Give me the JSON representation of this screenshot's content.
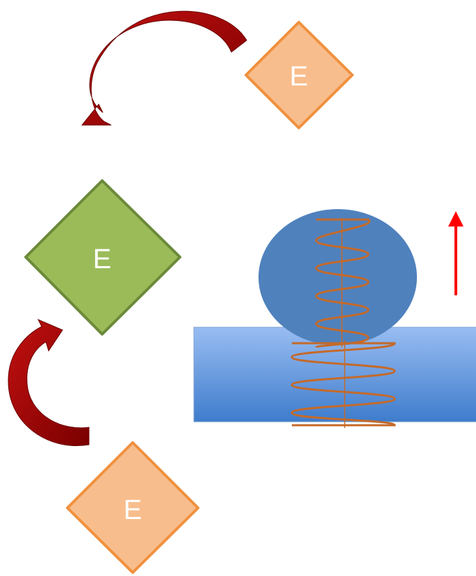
{
  "diagram": {
    "diamond_top": {
      "label": "E",
      "fill": "#f8bd8c",
      "stroke": "#f0913f"
    },
    "diamond_middle": {
      "label": "E",
      "fill": "#9bbb59",
      "stroke": "#6b8a3a"
    },
    "diamond_bottom": {
      "label": "E",
      "fill": "#f8bd8c",
      "stroke": "#f0913f"
    },
    "curved_arrow_color": "#a50000",
    "sphere_color": "#4f81bd",
    "surface_color_top": "#95b9f0",
    "surface_color_bottom": "#3f7fd0",
    "spring_color": "#c46a2a",
    "up_arrow_color": "#ff0000"
  }
}
